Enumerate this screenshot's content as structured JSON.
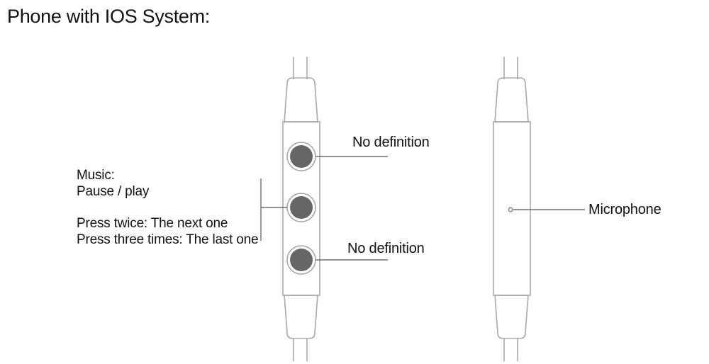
{
  "title": "Phone with IOS System:",
  "left_remote": {
    "top_button_label": "No definition",
    "bottom_button_label": "No definition",
    "middle_button": {
      "heading": "Music:",
      "action": "Pause / play",
      "press_twice": "Press twice: The next one",
      "press_three": "Press three times: The last one"
    }
  },
  "right_remote": {
    "mic_label": "Microphone"
  },
  "colors": {
    "outline": "#a8a8a8",
    "button_fill": "#666666",
    "leader_line": "#555555",
    "text": "#111111"
  }
}
